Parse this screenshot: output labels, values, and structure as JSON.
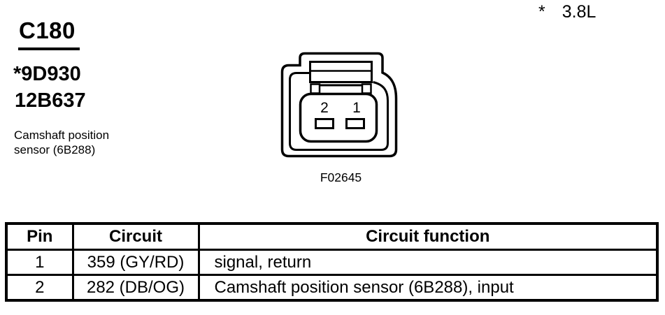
{
  "header": {
    "connector_id": "C180",
    "part_numbers": [
      "*9D930",
      "12B637"
    ],
    "description": [
      "Camshaft position",
      "sensor (6B288)"
    ],
    "note": {
      "marker": "*",
      "engine": "3.8L"
    }
  },
  "figure": {
    "caption": "F02645",
    "pin_labels": [
      "2",
      "1"
    ]
  },
  "table": {
    "headers": [
      "Pin",
      "Circuit",
      "Circuit function"
    ],
    "rows": [
      {
        "pin": "1",
        "circuit": "359 (GY/RD)",
        "function": "signal, return"
      },
      {
        "pin": "2",
        "circuit": "282 (DB/OG)",
        "function": "Camshaft position sensor (6B288), input"
      }
    ]
  },
  "colors": {
    "ink": "#000000",
    "background": "#ffffff"
  }
}
